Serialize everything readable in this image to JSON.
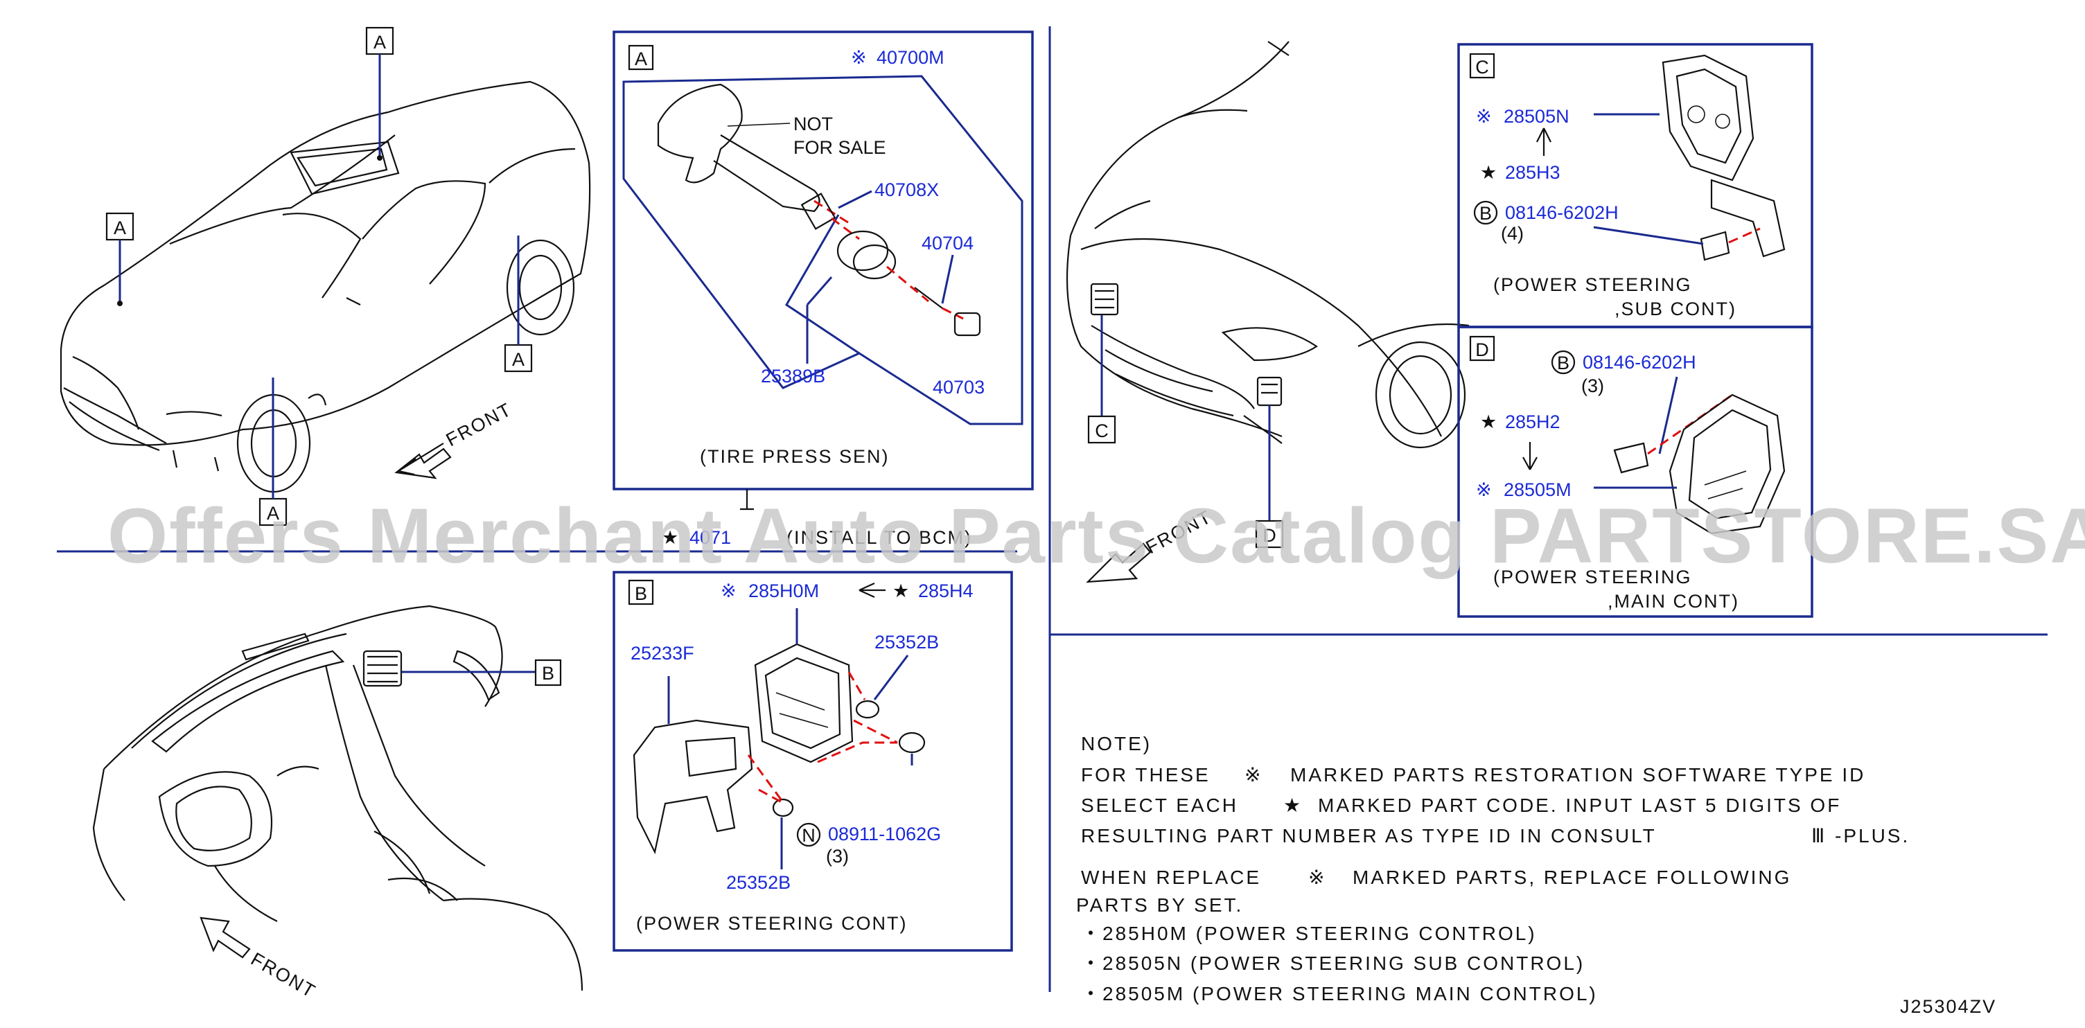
{
  "watermark": "Offers Merchant Auto Parts Catalog PARTSTORE.SA",
  "diagram_id": "J25304ZV",
  "colors": {
    "part_number": "#1b2ad6",
    "frame": "#1a2a8f",
    "highlight_line": "#e01010",
    "watermark": "#c9c9c9"
  },
  "overview": {
    "callout_a": "A",
    "callout_b": "B",
    "callout_c": "C",
    "callout_d": "D",
    "front_label": "FRONT"
  },
  "panel_a": {
    "tag": "A",
    "not_for_sale_1": "NOT",
    "not_for_sale_2": "FOR  SALE",
    "p40700m": "40700M",
    "p40708x": "40708X",
    "p40704": "40704",
    "p25389b": "25389B",
    "p40703": "40703",
    "caption": "(TIRE   PRESS   SEN)",
    "install_part": "4071",
    "install_text": "(INSTALL  TO  BCM)"
  },
  "panel_b": {
    "tag": "B",
    "p285h0m": "285H0M",
    "p285h4": "285H4",
    "p25233f": "25233F",
    "p25352b_top": "25352B",
    "p25352b_bottom": "25352B",
    "n_circle": "N",
    "p08911": "08911-1062G",
    "qty": "(3)",
    "caption": "(POWER   STEERING   CONT)"
  },
  "panel_c": {
    "tag": "C",
    "p28505n": "28505N",
    "p285h3": "285H3",
    "b_circle": "B",
    "p08146": "08146-6202H",
    "qty": "(4)",
    "caption_1": "(POWER    STEERING",
    "caption_2": ",SUB    CONT)"
  },
  "panel_d": {
    "tag": "D",
    "b_circle": "B",
    "p08146": "08146-6202H",
    "qty": "(3)",
    "p285h2": "285H2",
    "p28505m": "28505M",
    "caption_1": "(POWER    STEERING",
    "caption_2": ",MAIN    CONT)"
  },
  "symbols": {
    "restore": "※",
    "star": "★",
    "roman": "Ⅲ"
  },
  "notes": {
    "heading": "NOTE)",
    "line1_a": "FOR  THESE",
    "line1_b": "MARKED  PARTS  RESTORATION  SOFTWARE  TYPE  ID",
    "line2_a": "SELECT  EACH",
    "line2_b": "MARKED  PART  CODE.  INPUT  LAST  5  DIGITS  OF",
    "line3_a": "RESULTING  PART  NUMBER  AS  TYPE  ID  IN  CONSULT",
    "line3_b": "-PLUS.",
    "line4_a": "WHEN  REPLACE",
    "line4_b": "MARKED  PARTS,  REPLACE  FOLLOWING",
    "line5": "PARTS  BY  SET.",
    "item1": "・285H0M  (POWER   STEERING   CONTROL)",
    "item2": "・28505N  (POWER   STEERING   SUB   CONTROL)",
    "item3": "・28505M  (POWER   STEERING   MAIN   CONTROL)"
  }
}
